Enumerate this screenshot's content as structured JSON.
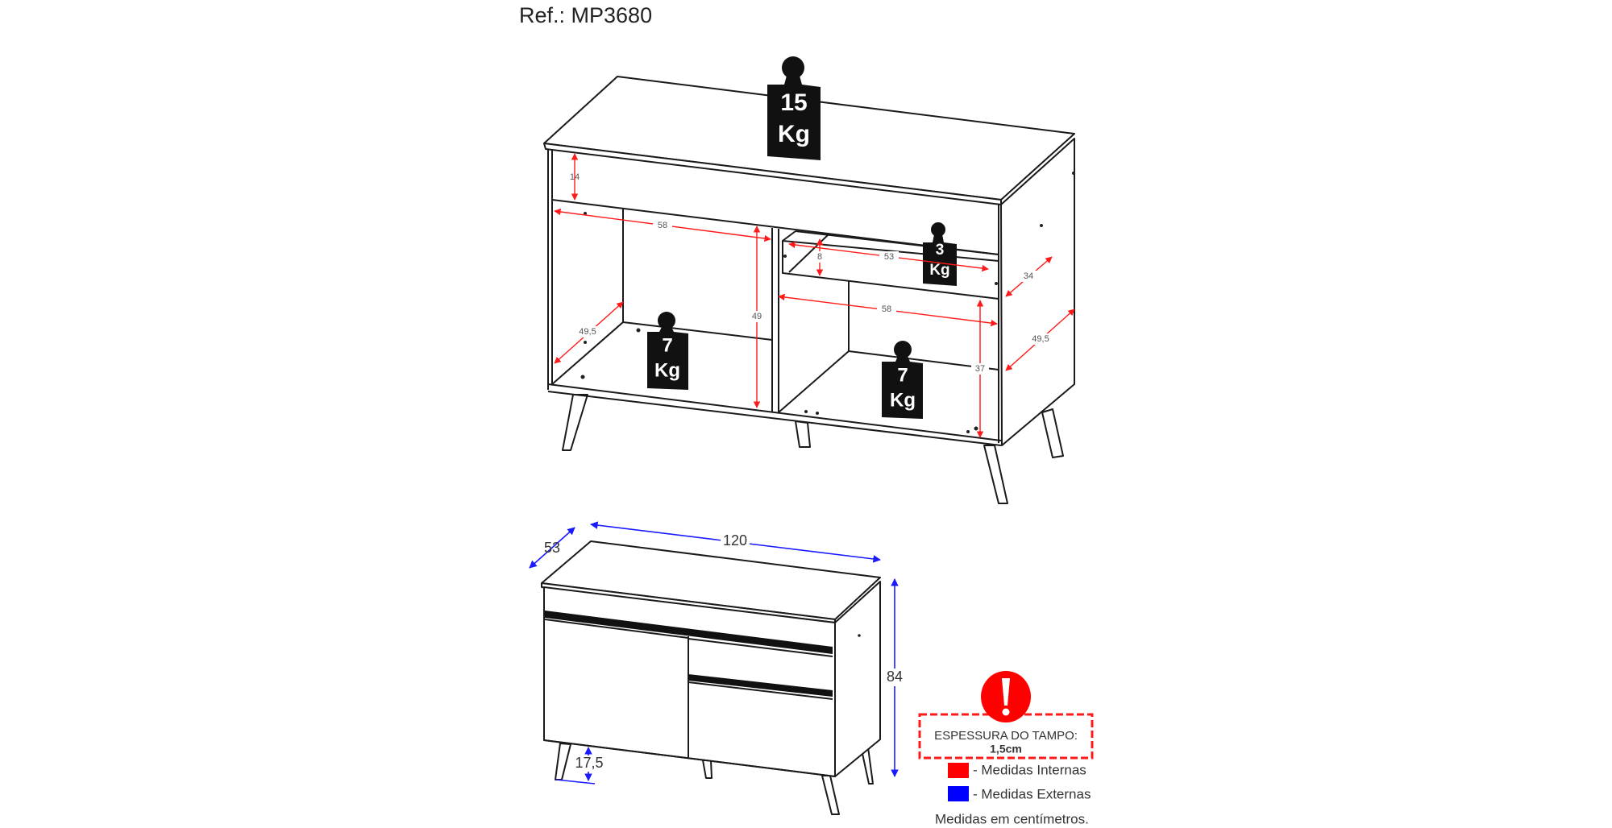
{
  "reference": "Ref.: MP3680",
  "weights": {
    "top": {
      "value": "15",
      "unit": "Kg"
    },
    "drawer": {
      "value": "3",
      "unit": "Kg"
    },
    "left_floor": {
      "value": "7",
      "unit": "Kg"
    },
    "right_floor": {
      "value": "7",
      "unit": "Kg"
    }
  },
  "internal_dims": {
    "top_niche_height": "14",
    "left_width": "58",
    "left_height": "49",
    "left_depth": "49,5",
    "drawer_height": "8",
    "drawer_width": "53",
    "drawer_depth": "34",
    "right_width": "58",
    "right_height": "37",
    "right_depth": "49,5"
  },
  "external_dims": {
    "depth": "53",
    "width": "120",
    "height": "84",
    "leg_height": "17,5"
  },
  "notice": {
    "title": "ESPESSURA DO TAMPO:",
    "value": "1,5cm"
  },
  "legend": {
    "internal": "- Medidas Internas",
    "external": "- Medidas Externas",
    "units": "Medidas em centímetros."
  },
  "colors": {
    "internal": "#ff0000",
    "external": "#0000ff",
    "warning": "#ff0000"
  }
}
